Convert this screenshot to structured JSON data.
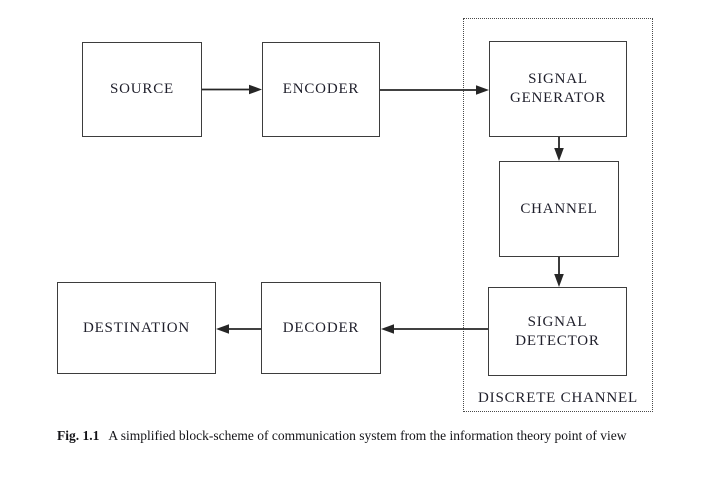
{
  "diagram": {
    "blocks": {
      "source": {
        "label": "SOURCE"
      },
      "encoder": {
        "label": "ENCODER"
      },
      "signal_generator": {
        "label": "SIGNAL\nGENERATOR"
      },
      "channel": {
        "label": "CHANNEL"
      },
      "signal_detector": {
        "label": "SIGNAL\nDETECTOR"
      },
      "decoder": {
        "label": "DECODER"
      },
      "destination": {
        "label": "DESTINATION"
      }
    },
    "group_label": "DISCRETE CHANNEL",
    "connections": [
      {
        "from": "source",
        "to": "encoder"
      },
      {
        "from": "encoder",
        "to": "signal_generator"
      },
      {
        "from": "signal_generator",
        "to": "channel"
      },
      {
        "from": "channel",
        "to": "signal_detector"
      },
      {
        "from": "signal_detector",
        "to": "decoder"
      },
      {
        "from": "decoder",
        "to": "destination"
      }
    ]
  },
  "caption": {
    "label": "Fig. 1.1",
    "text": "A simplified block-scheme of communication system from the information theory point of view"
  },
  "colors": {
    "line": "#262626",
    "box_border": "#3d3d3d",
    "text": "#1f1f2b",
    "background": "#ffffff"
  }
}
